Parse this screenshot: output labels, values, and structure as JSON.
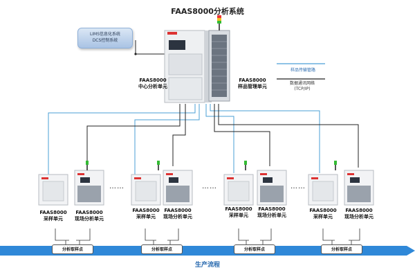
{
  "title": "FAAS8000分析系统",
  "lims": {
    "line1": "LIMS信息化系统",
    "line2": "DCS控制系统"
  },
  "center": {
    "analysis": {
      "line1": "FAAS8000",
      "line2": "中心分析单元"
    },
    "sample": {
      "line1": "FAAS8000",
      "line2": "样品管理单元"
    }
  },
  "legend": {
    "line1": "样品传输管路",
    "line2": "数据通讯网络",
    "line3": "(TCP/IP)"
  },
  "sites": [
    {
      "sampler": {
        "line1": "FAAS8000",
        "line2": "采样单元"
      },
      "analyzer": {
        "line1": "FAAS8000",
        "line2": "现场分析单元"
      },
      "point": "分析取样点"
    },
    {
      "sampler": {
        "line1": "FAAS8000",
        "line2": "采样单元"
      },
      "analyzer": {
        "line1": "FAAS8000",
        "line2": "现场分析单元"
      },
      "point": "分析取样点"
    },
    {
      "sampler": {
        "line1": "FAAS8000",
        "line2": "采样单元"
      },
      "analyzer": {
        "line1": "FAAS8000",
        "line2": "现场分析单元"
      },
      "point": "分析取样点"
    },
    {
      "sampler": {
        "line1": "FAAS8000",
        "line2": "采样单元"
      },
      "analyzer": {
        "line1": "FAAS8000",
        "line2": "现场分析单元"
      },
      "point": "分析取样点"
    }
  ],
  "ellipsis": "……",
  "flow_label": "生产流程",
  "colors": {
    "pipe": "#4a9fd6",
    "network": "#222222",
    "flow": "#2f88d8"
  }
}
